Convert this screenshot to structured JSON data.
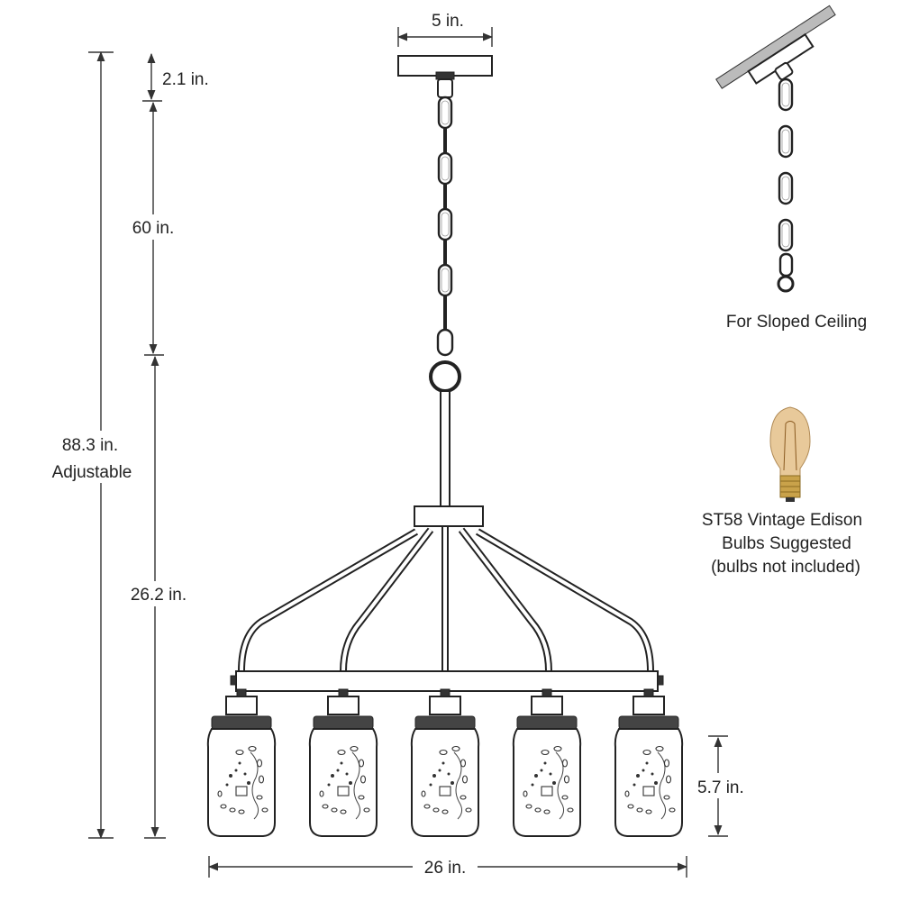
{
  "dimensions": {
    "canopy_width": "5 in.",
    "canopy_height": "2.1 in.",
    "chain_length": "60 in.",
    "total_height": "88.3 in.",
    "total_height_note": "Adjustable",
    "body_height": "26.2 in.",
    "jar_height": "5.7 in.",
    "overall_width": "26 in."
  },
  "notes": {
    "sloped_ceiling": "For Sloped Ceiling",
    "bulb_line1": "ST58 Vintage Edison",
    "bulb_line2": "Bulbs Suggested",
    "bulb_line3": "(bulbs not included)"
  },
  "colors": {
    "line": "#333333",
    "bulb_glass": "#e8c99a",
    "bulb_base": "#c9a24a"
  }
}
